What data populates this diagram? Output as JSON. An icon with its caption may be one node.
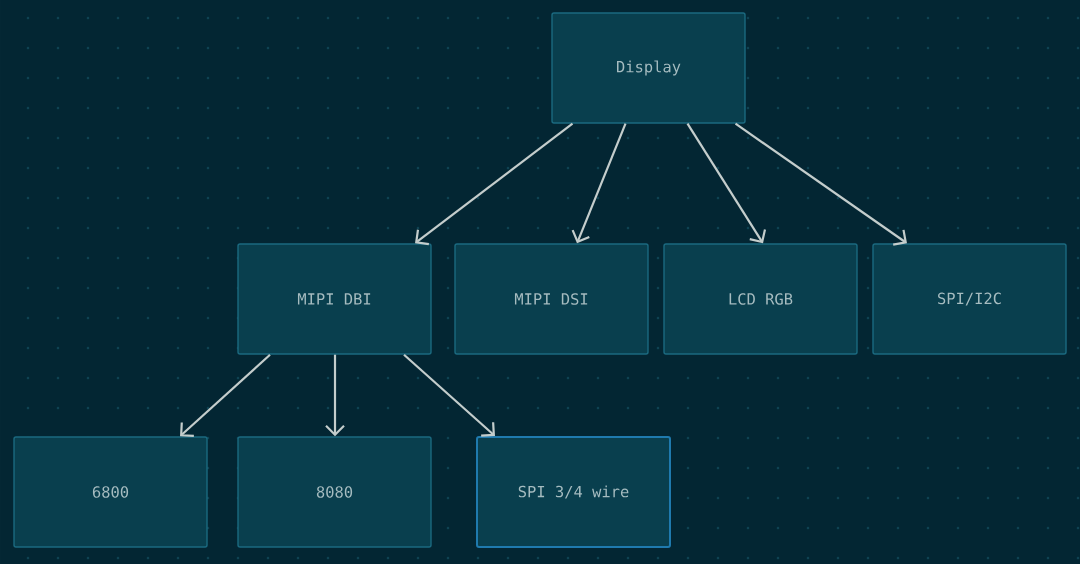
{
  "diagram": {
    "nodes": [
      {
        "text": [
          "Display"
        ]
      },
      {
        "text": [
          "MIPI DBI"
        ]
      },
      {
        "text": [
          "MIPI DSI"
        ]
      },
      {
        "text": [
          "LCD RGB"
        ]
      },
      {
        "text": [
          "SPI/I2C"
        ]
      },
      {
        "text": [
          "6800"
        ]
      },
      {
        "text": [
          "8080"
        ]
      },
      {
        "text": [
          "SPI 3/4 wire"
        ]
      }
    ],
    "edges": [
      {
        "from": 0,
        "to": 1,
        "arrow": "to"
      },
      {
        "from": 0,
        "to": 2,
        "arrow": "to"
      },
      {
        "from": 0,
        "to": 3,
        "arrow": "to"
      },
      {
        "from": 0,
        "to": 4,
        "arrow": "to"
      },
      {
        "from": 1,
        "to": 5,
        "arrow": "to"
      },
      {
        "from": 1,
        "to": 6,
        "arrow": "to"
      },
      {
        "from": 1,
        "to": 7,
        "arrow": "to"
      }
    ]
  }
}
